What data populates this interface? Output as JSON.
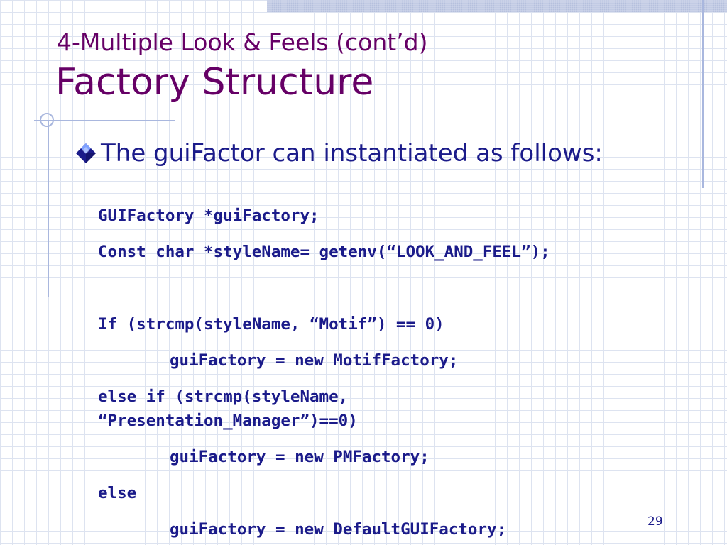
{
  "slide": {
    "subtitle": "4-Multiple Look & Feels (cont’d)",
    "title": "Factory Structure",
    "bullet": "The guiFactor can instantiated as follows:",
    "code": [
      "GUIFactory *guiFactory;",
      "Const char *styleName= getenv(“LOOK_AND_FEEL”);",
      "If (strcmp(styleName, “Motif”) == 0)",
      "guiFactory = new MotifFactory;",
      "else if (strcmp(styleName,",
      "“Presentation_Manager”)==0)",
      "guiFactory = new PMFactory;",
      "else",
      "guiFactory = new DefaultGUIFactory;"
    ],
    "page_number": "29"
  },
  "theme": {
    "title_color": "#660066",
    "text_color": "#1b1b8a",
    "grid_color": "#dde3f0",
    "accent_line_color": "#a9b7de"
  },
  "icons": {
    "bullet": "diamond-bullet-icon"
  }
}
